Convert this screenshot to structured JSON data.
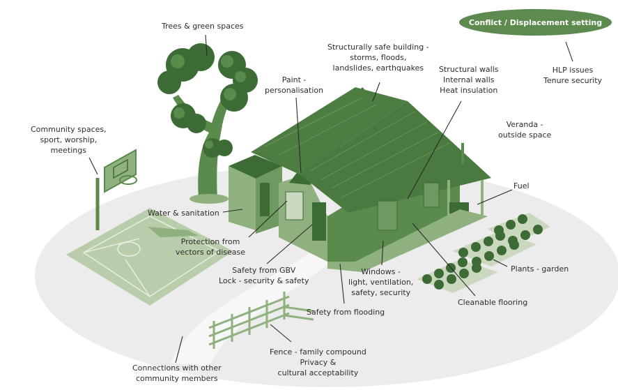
{
  "setting_badge": "Conflict / Displacement setting",
  "labels": {
    "trees": "Trees & green spaces",
    "community_spaces": [
      "Community spaces,",
      "sport, worship,",
      "meetings"
    ],
    "paint": [
      "Paint -",
      "personalisation"
    ],
    "structurally_safe": [
      "Structurally safe building -",
      "storms, floods,",
      "landslides, earthquakes"
    ],
    "walls": [
      "Structural walls",
      "Internal walls",
      "Heat insulation"
    ],
    "hlp": [
      "HLP issues",
      "Tenure security"
    ],
    "veranda": [
      "Veranda -",
      "outside space"
    ],
    "fuel": "Fuel",
    "water_sanitation": "Water & sanitation",
    "vectors": [
      "Protection from",
      "vectors of disease"
    ],
    "gbv": [
      "Safety from GBV",
      "Lock - security & safety"
    ],
    "windows": [
      "Windows -",
      "light, ventilation,",
      "safety, security"
    ],
    "plants": "Plants - garden",
    "flooring": "Cleanable flooring",
    "flooding": "Safety from flooding",
    "fence": [
      "Fence - family compound",
      "Privacy &",
      "cultural acceptability"
    ],
    "connections": [
      "Connections with other",
      "community members"
    ]
  },
  "colors": {
    "dark_green": "#3d6b35",
    "mid_green": "#5a8a4c",
    "light_green": "#8fb07f",
    "pale_green": "#c9d8bf",
    "ground": "#ececec"
  }
}
